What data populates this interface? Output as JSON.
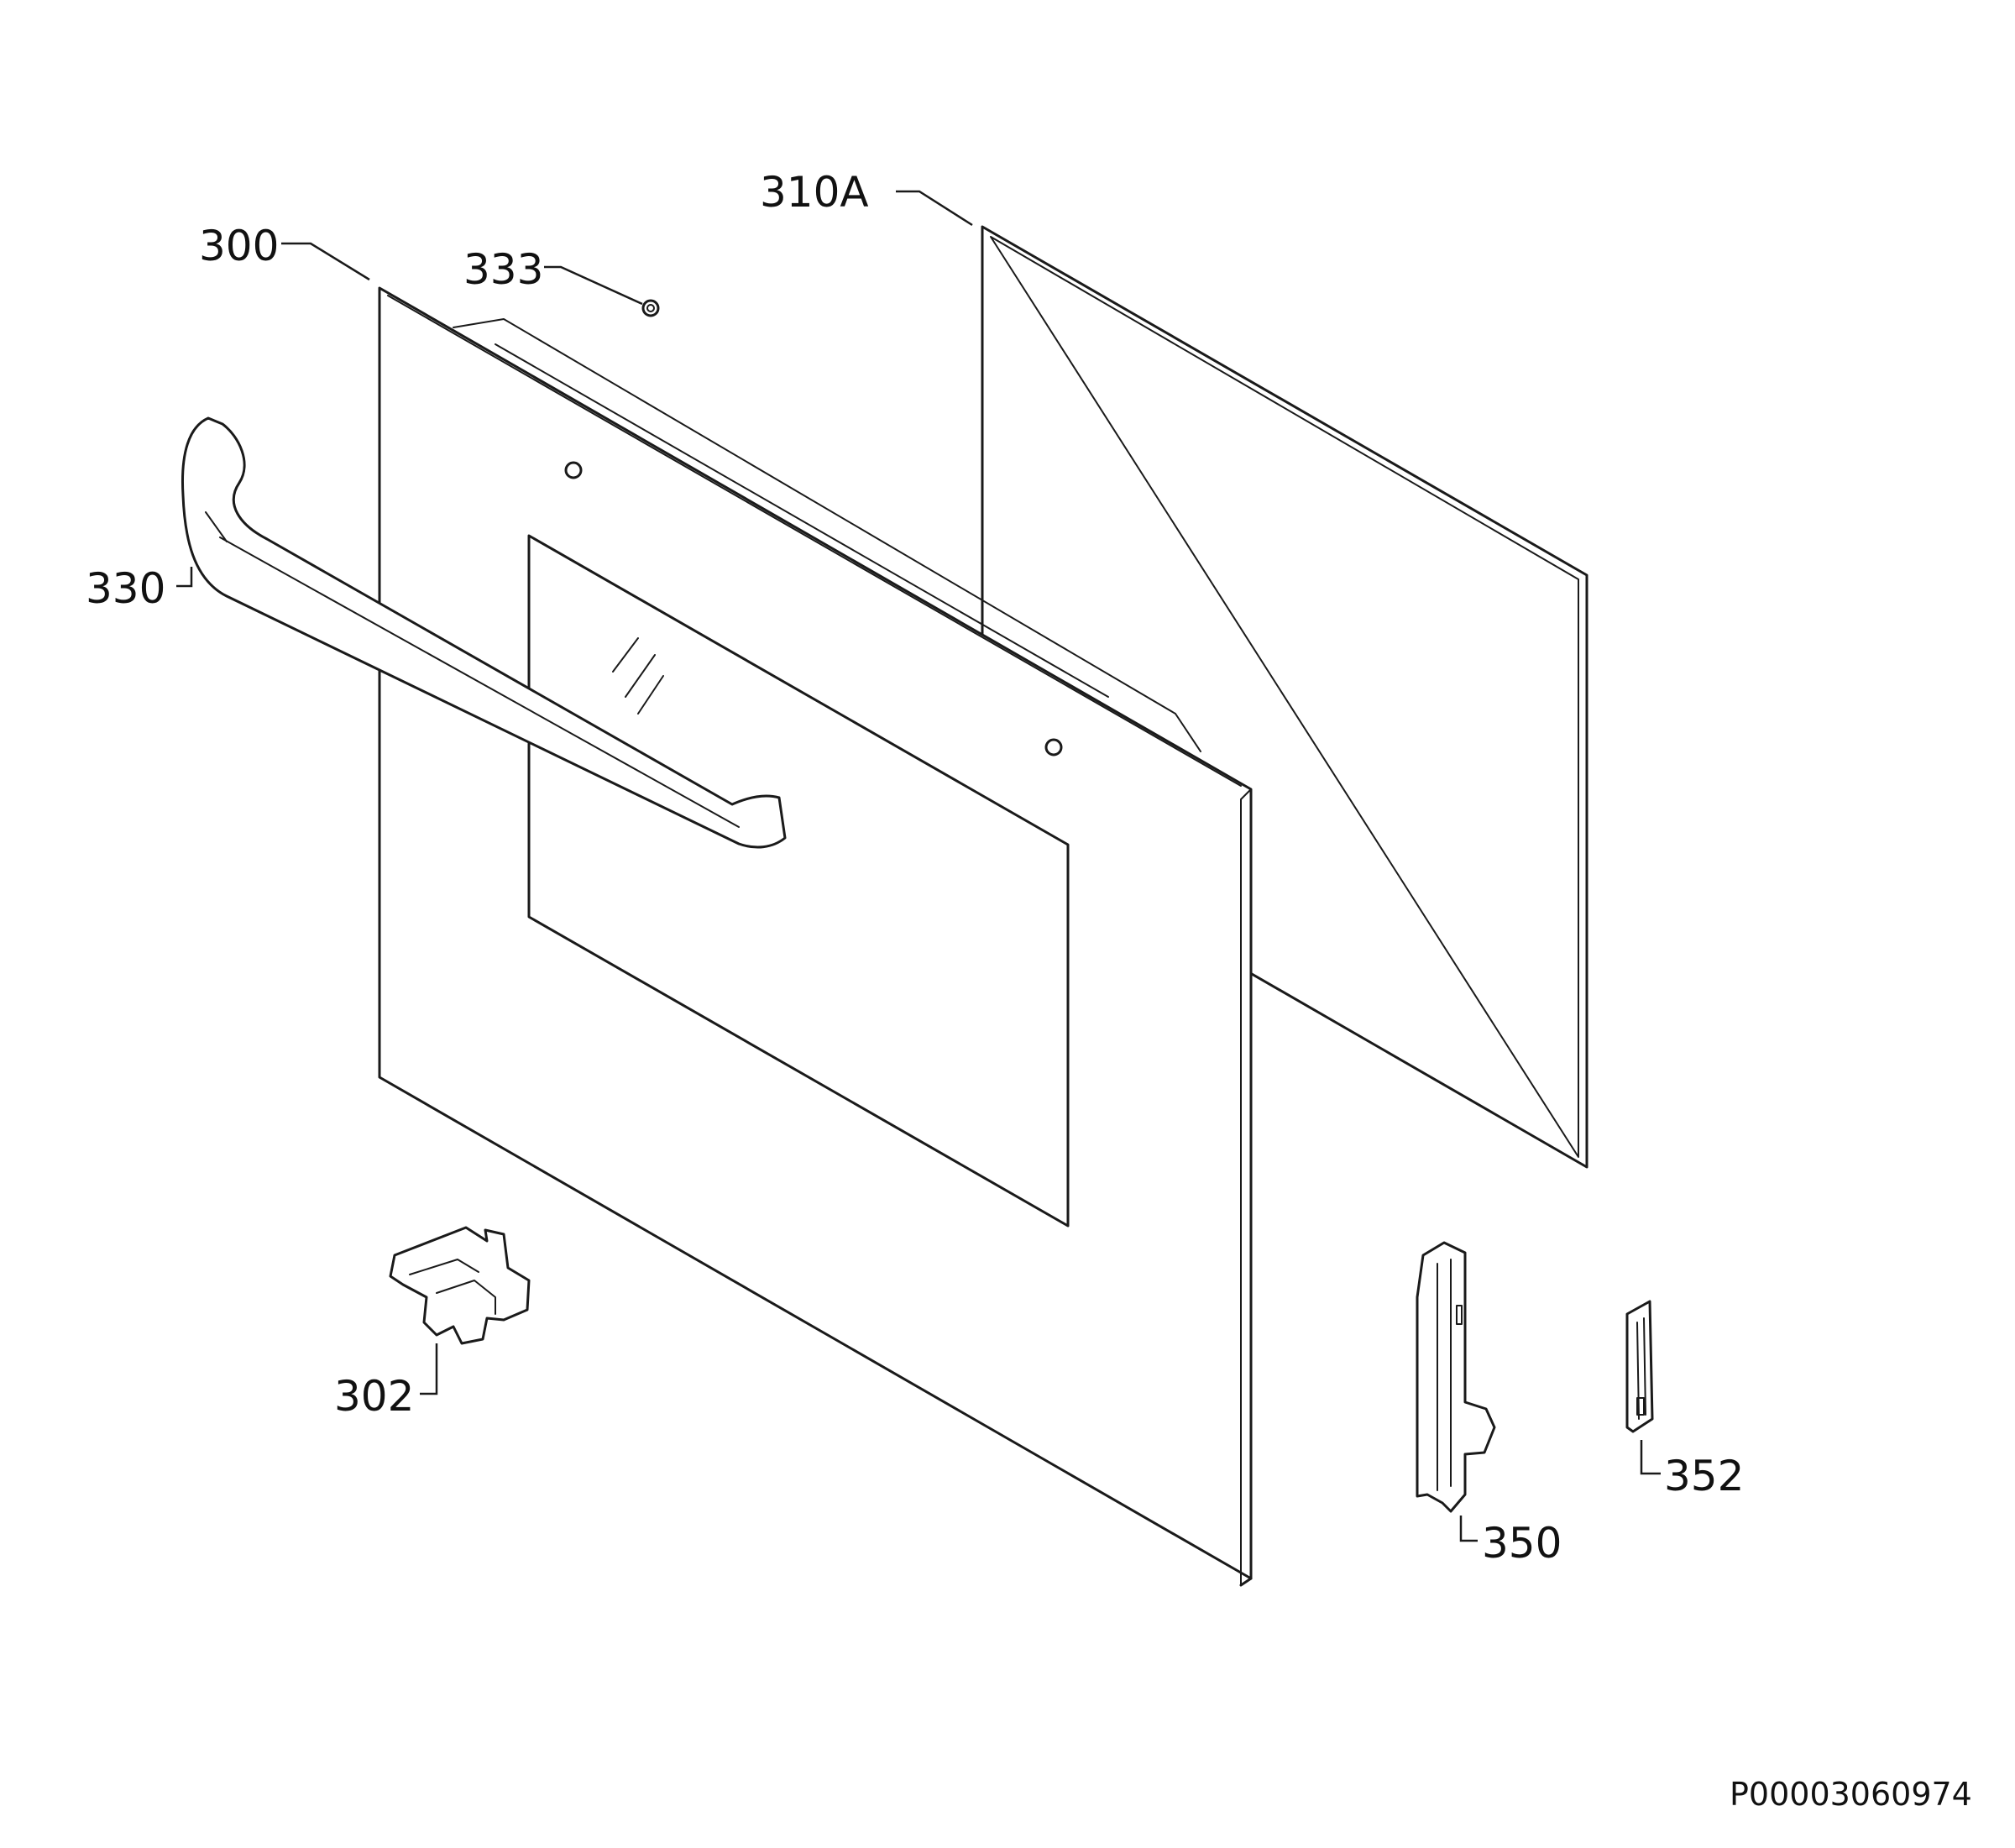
{
  "callouts": {
    "door_outer_panel": "300",
    "door_glass": "310A",
    "hinge_cover": "333",
    "handle": "330",
    "hinge_receiver": "302",
    "hinge": "350",
    "hinge_clip": "352"
  },
  "drawing_code": "P00003060974"
}
